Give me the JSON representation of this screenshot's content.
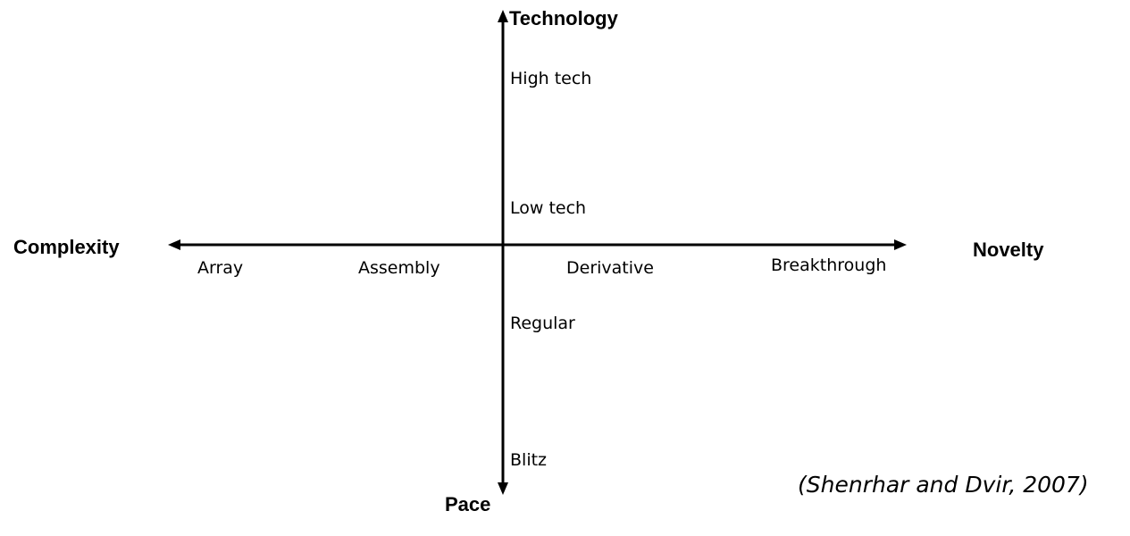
{
  "diagram": {
    "axes": {
      "vertical_top": "Technology",
      "vertical_bottom": "Pace",
      "horizontal_left": "Complexity",
      "horizontal_right": "Novelty"
    },
    "technology_levels": [
      "High tech",
      "Low tech"
    ],
    "pace_levels": [
      "Regular",
      "Blitz"
    ],
    "complexity_levels": [
      "Array",
      "Assembly"
    ],
    "novelty_levels": [
      "Derivative",
      "Breakthrough"
    ],
    "citation": "(Shenrhar and Dvir, 2007)",
    "colors": {
      "axis": "#000000",
      "text": "#000000",
      "background": "#ffffff"
    }
  }
}
